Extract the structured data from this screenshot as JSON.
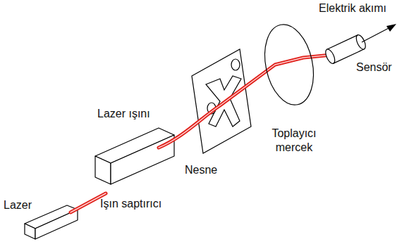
{
  "diagram": {
    "labels": [
      "Elektrik akımı",
      "Sensör",
      "Lazer ışını",
      "Toplayıcı mercek",
      "Nesne",
      "Lazer",
      "Işın saptırıcı"
    ]
  }
}
